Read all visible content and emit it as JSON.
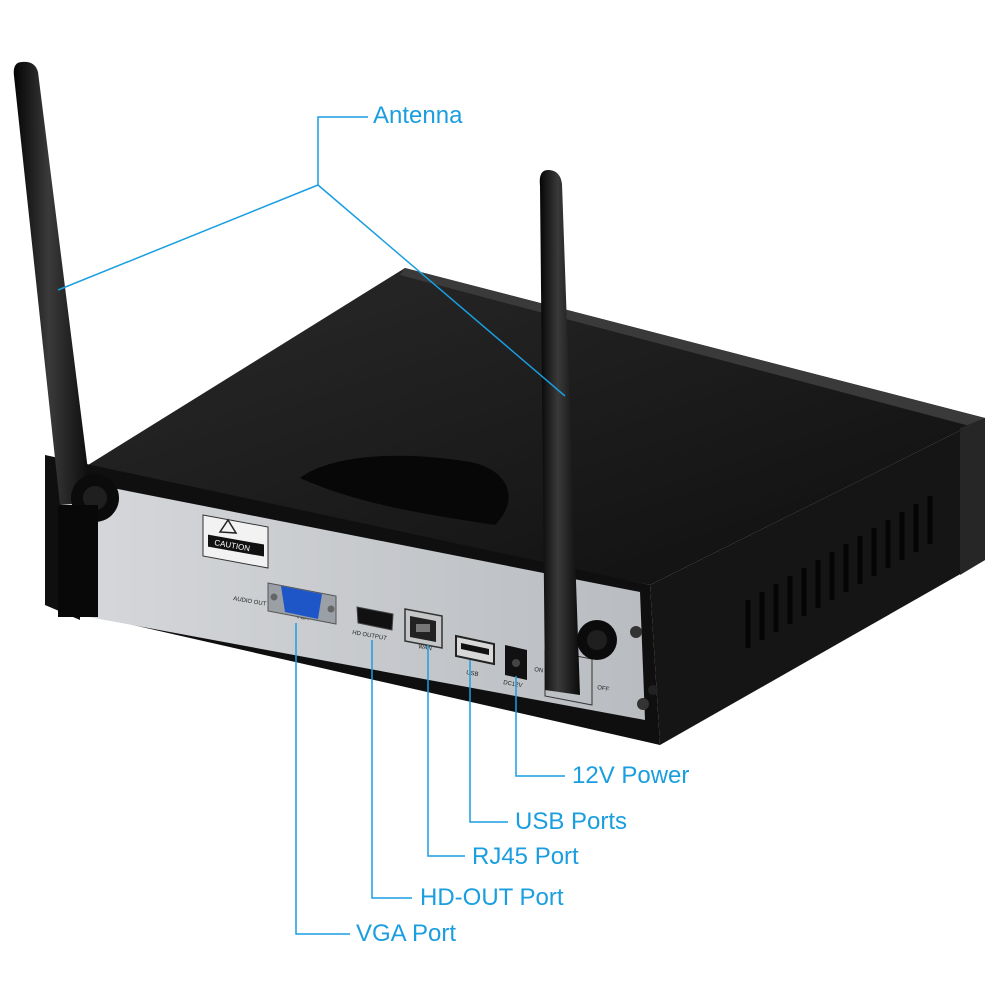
{
  "callouts": {
    "antenna": "Antenna",
    "power": "12V Power",
    "usb": "USB Ports",
    "rj45": "RJ45 Port",
    "hdout": "HD-OUT Port",
    "vga": "VGA Port"
  },
  "panel_labels": {
    "caution": "CAUTION",
    "audio_out": "AUDIO OUT",
    "vga": "VGA",
    "hd_output": "HD OUTPUT",
    "wan": "WAN",
    "usb": "USB",
    "dc12v": "DC12V",
    "on": "ON",
    "off": "OFF"
  },
  "colors": {
    "callout_blue": "#1a9ee0",
    "case_black": "#1c1c1c",
    "panel_silver": "#c9ccd0"
  }
}
